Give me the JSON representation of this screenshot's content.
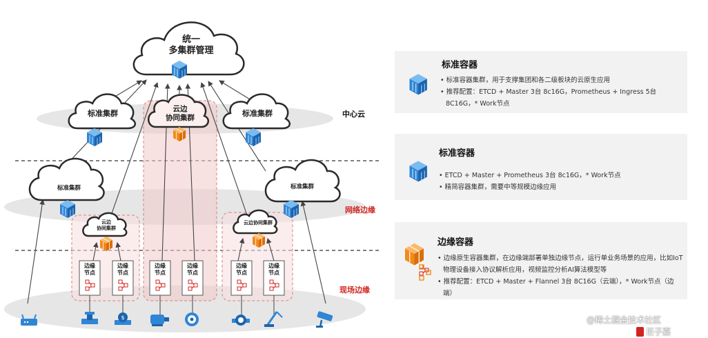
{
  "diagram": {
    "top_cloud": {
      "line1": "统一",
      "line2": "多集群管理"
    },
    "central_left_cloud": "标准集群",
    "central_right_cloud": "标准集群",
    "central_middle_cloud": {
      "line1": "云边",
      "line2": "协同集群"
    },
    "network_left_cloud": "标准集群",
    "network_right_cloud": "标准集群",
    "edge_left_cloud": {
      "line1": "云边",
      "line2": "协同集群"
    },
    "edge_right_cloud": "云边协同集群",
    "edge_node_label": {
      "line1": "边缘",
      "line2": "节点"
    },
    "zones": {
      "center": "中心云",
      "network": "网络边缘",
      "site": "现场边缘"
    },
    "device_icons": [
      "router-icon",
      "valve-icon",
      "pump-valve-icon",
      "motor-icon",
      "fan-icon",
      "meter-icon",
      "crane-icon",
      "camera-icon"
    ]
  },
  "panels": [
    {
      "title": "标准容器",
      "icon": "container-cube-icon",
      "bullets": [
        "标准容器集群，用于支撑集团和各二级板块的云原生应用",
        "推荐配置：ETCD + Master 3台 8c16G，Prometheus + Ingress 5台 8C16G，* Work节点"
      ]
    },
    {
      "title": "标准容器",
      "icon": "container-cube-icon",
      "bullets": [
        "ETCD + Master + Prometheus 3台 8c16G，* Work节点",
        "精简容器集群，需要中等规模边缘应用"
      ]
    },
    {
      "title": "边缘容器",
      "icon": "edge-container-icon",
      "bullets": [
        "边缘原生容器集群，在边缘端部署单独边缘节点，运行单业务场景的应用，比如IoT物理设备接入协议解析应用，视频监控分析AI算法模型等",
        "推荐配置：ETCD + Master + Flannel 3台 8C16G（云端），* Work节点（边端）"
      ]
    }
  ],
  "watermark": {
    "text": "@稀土掘金技术社区",
    "logo_text": "巨子嘉"
  },
  "colors": {
    "cube_blue": "#2f86d6",
    "edge_orange": "#f28a1a",
    "zone_red": "#d0261f",
    "dashed_box": "#d98080",
    "band_grey": "#e6e6e6",
    "panel_bg": "#f2f2f2"
  }
}
